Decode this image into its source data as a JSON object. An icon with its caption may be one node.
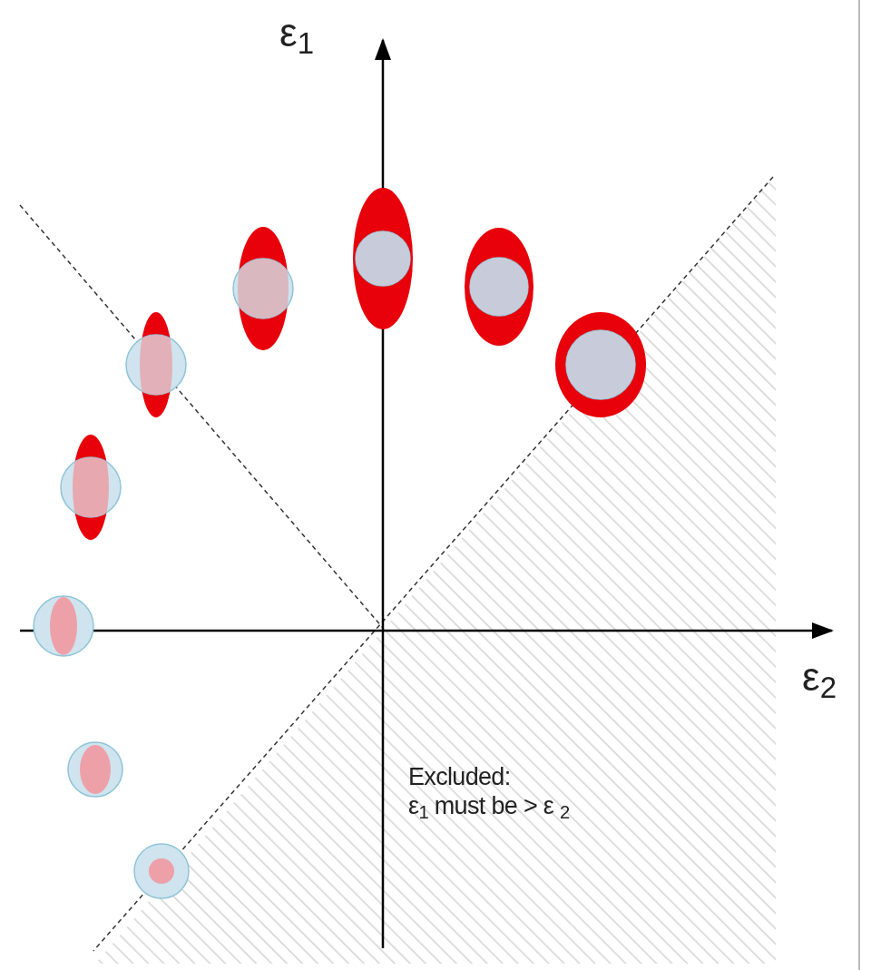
{
  "diagram": {
    "labels": [
      "ε$_{1}$",
      "ε$_{2}$",
      "Excluded:",
      "ε$_{1}$ must be > ε $_{2}$"
    ]
  }
}
